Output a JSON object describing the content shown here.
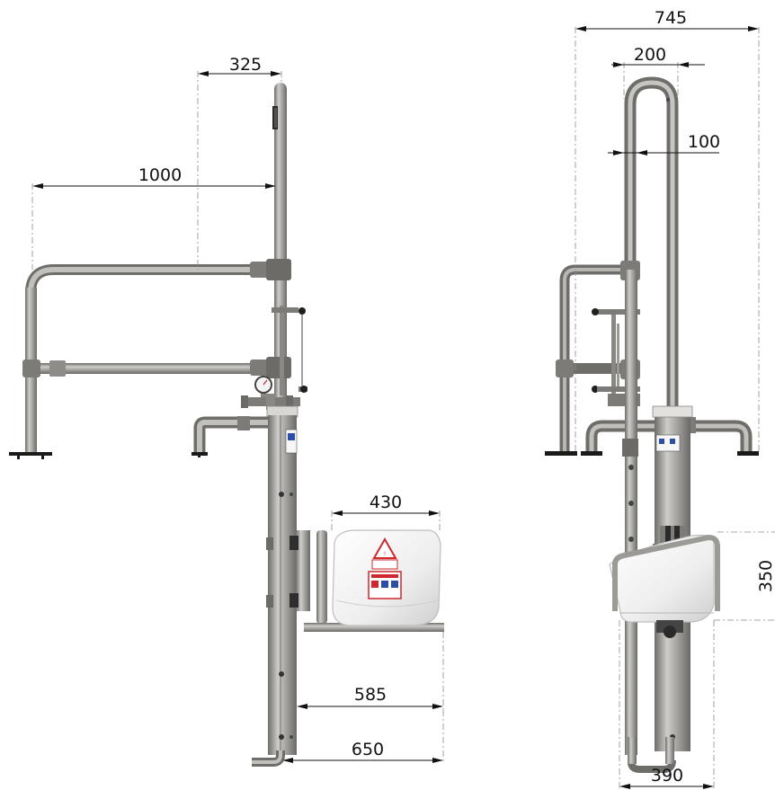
{
  "colors": {
    "pipe": "#9c9a97",
    "pipe_dark": "#6f6d6a",
    "pipe_light": "#c9c7c4",
    "clamp": "#7d7b78",
    "seat": "#f1f1f1",
    "seat_edge": "#bdbdbd",
    "label_red": "#d0262e",
    "label_blue": "#2d4fa3",
    "base": "#1a1a1a",
    "dimension": "#111111"
  },
  "dimensions": {
    "d325": "325",
    "d1000": "1000",
    "d430": "430",
    "d585": "585",
    "d650": "650",
    "d745": "745",
    "d200": "200",
    "d100": "100",
    "d350": "350",
    "d390": "390"
  },
  "icons": {
    "gauge": "pressure-gauge-icon",
    "warning": "warning-triangle-icon"
  }
}
